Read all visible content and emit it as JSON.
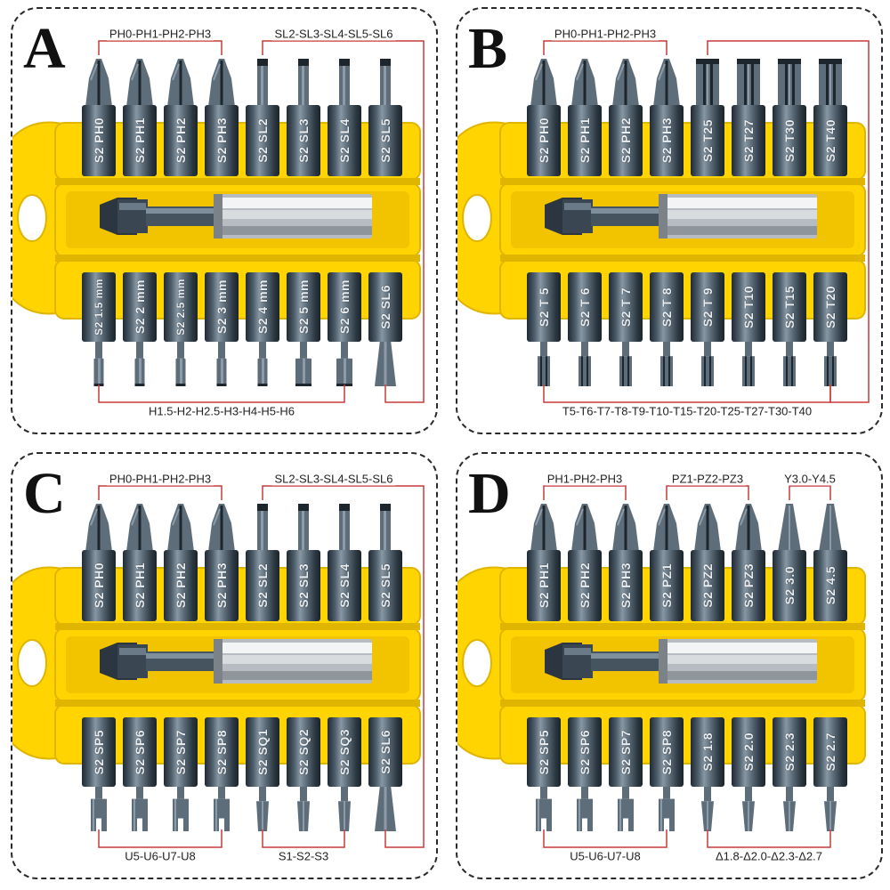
{
  "panels": [
    {
      "letter": "A",
      "top_bits": [
        "S2 PH0",
        "S2 PH1",
        "S2 PH2",
        "S2 PH3",
        "S2 SL2",
        "S2 SL3",
        "S2 SL4",
        "S2 SL5"
      ],
      "top_tips": [
        "ph",
        "ph",
        "ph",
        "ph",
        "sl",
        "sl",
        "sl",
        "sl"
      ],
      "bottom_bits": [
        "S2 1.5 mm",
        "S2 2 mm",
        "S2 2.5 mm",
        "S2 3 mm",
        "S2 4 mm",
        "S2 5 mm",
        "S2 6 mm",
        "S2 SL6"
      ],
      "bottom_tips": [
        "hex",
        "hex",
        "hex",
        "hex",
        "hex",
        "hexw",
        "hexw",
        "slw"
      ],
      "top_groups": [
        {
          "label": "PH0-PH1-PH2-PH3",
          "from": 0,
          "to": 3
        },
        {
          "label": "SL2-SL3-SL4-SL5-SL6",
          "from": 4,
          "to": 7,
          "extend_bottom_to": 7
        }
      ],
      "bottom_groups": [
        {
          "label": "H1.5-H2-H2.5-H3-H4-H5-H6",
          "from": 0,
          "to": 6
        }
      ]
    },
    {
      "letter": "B",
      "top_bits": [
        "S2 PH0",
        "S2 PH1",
        "S2 PH2",
        "S2 PH3",
        "S2 T25",
        "S2 T27",
        "S2 T30",
        "S2 T40"
      ],
      "top_tips": [
        "ph",
        "ph",
        "ph",
        "ph",
        "torx",
        "torx",
        "torx",
        "torx"
      ],
      "bottom_bits": [
        "S2 T 5",
        "S2 T 6",
        "S2 T 7",
        "S2 T 8",
        "S2 T 9",
        "S2 T10",
        "S2 T15",
        "S2 T20"
      ],
      "bottom_tips": [
        "torx",
        "torx",
        "torx",
        "torx",
        "torx",
        "torx",
        "torx",
        "torx"
      ],
      "top_groups": [
        {
          "label": "PH0-PH1-PH2-PH3",
          "from": 0,
          "to": 3
        },
        {
          "label": "",
          "from": 4,
          "to": 7,
          "extend_bottom_to": 7
        }
      ],
      "bottom_groups": [
        {
          "label": "T5-T6-T7-T8-T9-T10-T15-T20-T25-T27-T30-T40",
          "from": 0,
          "to": 7
        }
      ]
    },
    {
      "letter": "C",
      "top_bits": [
        "S2 PH0",
        "S2 PH1",
        "S2 PH2",
        "S2 PH3",
        "S2 SL2",
        "S2 SL3",
        "S2 SL4",
        "S2 SL5"
      ],
      "top_tips": [
        "ph",
        "ph",
        "ph",
        "ph",
        "sl",
        "sl",
        "sl",
        "sl"
      ],
      "bottom_bits": [
        "S2 SP5",
        "S2 SP6",
        "S2 SP7",
        "S2 SP8",
        "S2 SQ1",
        "S2 SQ2",
        "S2 SQ3",
        "S2 SL6"
      ],
      "bottom_tips": [
        "fork",
        "fork",
        "fork",
        "fork",
        "sq",
        "sq",
        "sq",
        "slw"
      ],
      "top_groups": [
        {
          "label": "PH0-PH1-PH2-PH3",
          "from": 0,
          "to": 3
        },
        {
          "label": "SL2-SL3-SL4-SL5-SL6",
          "from": 4,
          "to": 7,
          "extend_bottom_to": 7
        }
      ],
      "bottom_groups": [
        {
          "label": "U5-U6-U7-U8",
          "from": 0,
          "to": 3
        },
        {
          "label": "S1-S2-S3",
          "from": 4,
          "to": 6
        }
      ]
    },
    {
      "letter": "D",
      "top_bits": [
        "S2 PH1",
        "S2 PH2",
        "S2 PH3",
        "S2 PZ1",
        "S2 PZ2",
        "S2 PZ3",
        "S2 3.0",
        "S2 4.5"
      ],
      "top_tips": [
        "ph",
        "ph",
        "ph",
        "ph",
        "ph",
        "ph",
        "tri",
        "tri"
      ],
      "bottom_bits": [
        "S2 SP5",
        "S2 SP6",
        "S2 SP7",
        "S2 SP8",
        "S2 1.8",
        "S2 2.0",
        "S2 2.3",
        "S2 2.7"
      ],
      "bottom_tips": [
        "fork",
        "fork",
        "fork",
        "fork",
        "tri",
        "tri",
        "tri",
        "tri"
      ],
      "top_groups": [
        {
          "label": "PH1-PH2-PH3",
          "from": 0,
          "to": 2
        },
        {
          "label": "PZ1-PZ2-PZ3",
          "from": 3,
          "to": 5
        },
        {
          "label": "Y3.0-Y4.5",
          "from": 6,
          "to": 7
        }
      ],
      "bottom_groups": [
        {
          "label": "U5-U6-U7-U8",
          "from": 0,
          "to": 3
        },
        {
          "label": "Δ1.8-Δ2.0-Δ2.3-Δ2.7",
          "from": 4,
          "to": 7
        }
      ]
    }
  ],
  "colors": {
    "holder_yellow": "#ffd400",
    "holder_shadow": "#e0b500",
    "bracket_red": "#c73a3a",
    "bit_steel": "#4d5c69",
    "chrome": "#d9dde0"
  }
}
